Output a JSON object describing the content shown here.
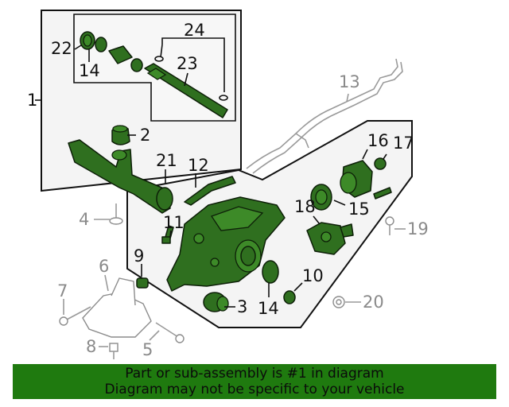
{
  "diagram": {
    "callouts": {
      "c1": "1",
      "c2": "2",
      "c3": "3",
      "c4": "4",
      "c5": "5",
      "c6": "6",
      "c7": "7",
      "c8": "8",
      "c9": "9",
      "c10": "10",
      "c11": "11",
      "c12": "12",
      "c13": "13",
      "c14a": "14",
      "c14b": "14",
      "c15": "15",
      "c16": "16",
      "c17": "17",
      "c18": "18",
      "c19": "19",
      "c20": "20",
      "c21": "21",
      "c22": "22",
      "c23": "23",
      "c24": "24"
    },
    "colors": {
      "highlight_part": "#2f6f1f",
      "footer_background": "#1f7a0f",
      "line": "#111111",
      "faded": "#8a8a8a"
    }
  },
  "footer": {
    "line1": "Part or sub-assembly is #1 in diagram",
    "line2": "Diagram may not be specific to your vehicle"
  }
}
